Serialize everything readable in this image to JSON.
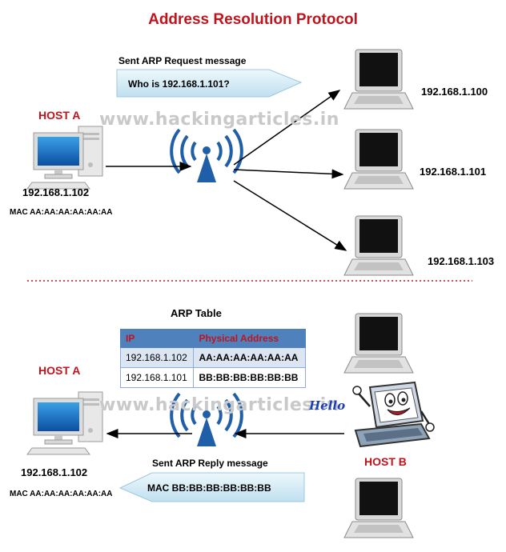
{
  "title": "Address Resolution Protocol",
  "watermark": "www.hackingarticles.in",
  "top": {
    "request_label": "Sent ARP Request message",
    "request_text": "Who is 192.168.1.101?",
    "host_a": {
      "name": "HOST A",
      "ip": "192.168.1.102",
      "mac": "MAC AA:AA:AA:AA:AA:AA"
    },
    "laptops": [
      "192.168.1.100",
      "192.168.1.101",
      "192.168.1.103"
    ]
  },
  "bottom": {
    "table_title": "ARP Table",
    "table": {
      "headers": [
        "IP",
        "Physical Address"
      ],
      "rows": [
        [
          "192.168.1.102",
          "AA:AA:AA:AA:AA:AA"
        ],
        [
          "192.168.1.101",
          "BB:BB:BB:BB:BB:BB"
        ]
      ]
    },
    "host_a": {
      "name": "HOST A",
      "ip": "192.168.1.102",
      "mac": "MAC AA:AA:AA:AA:AA:AA"
    },
    "host_b": {
      "name": "HOST B"
    },
    "hello": "Hello",
    "reply_label": "Sent ARP Reply message",
    "reply_text": "MAC BB:BB:BB:BB:BB:BB"
  },
  "colors": {
    "title_red": "#c0141c",
    "antenna_blue": "#1e5fa8",
    "banner_blue": "#dbeef8",
    "table_header": "#4f81bd"
  }
}
